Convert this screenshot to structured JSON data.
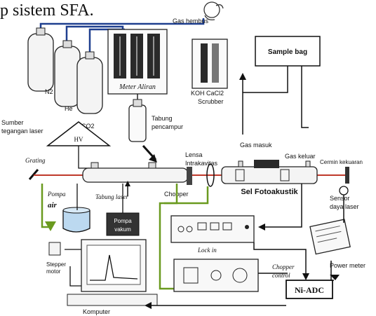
{
  "caption_top": "p sistem SFA.",
  "labels": {
    "n2": "N2",
    "he": "He",
    "co2": "CO2",
    "gas_hembus": "Gas hembus",
    "meter_aliran": "Meter Aliran",
    "koh": "KOH",
    "cacl2": "CaCl2",
    "scrubber": "Scrubber",
    "sample_bag": "Sample bag",
    "tabung_line1": "Tabung",
    "tabung_line2": "pencampur",
    "sumber_line1": "Sumber",
    "sumber_line2": "tegangan laser",
    "hv": "HV",
    "grating": "Grating",
    "pompa_air_line1": "Pompa",
    "pompa_air_line2": "air",
    "tabung_laser": "Tabung laser",
    "chopper": "Chopper",
    "lensa_line1": "Lensa",
    "lensa_line2": "Intrakavitas",
    "gas_masuk": "Gas masuk",
    "gas_keluar": "Gas keluar",
    "cermin_kekuaran": "Cermin kekuaran",
    "sel_fotoakustik": "Sel Fotoakustik",
    "sensor_line1": "Sensor",
    "sensor_line2": "daya laser",
    "pompa_vakum_line1": "Pompa",
    "pompa_vakum_line2": "vakum",
    "lock_in": "Lock in",
    "chopper_control_line1": "Chopper",
    "chopper_control_line2": "control",
    "power_meter": "Power meter",
    "stepper_line1": "Stepper",
    "stepper_line2": "motor",
    "ni_adc": "Ni-ADC",
    "komputer": "Komputer"
  },
  "colors": {
    "gas_line": "#1f3f8f",
    "laser_beam": "#c0392b",
    "signal_line": "#6a9a1f",
    "ink": "#1a1a1a",
    "water": "#bcd9f0"
  }
}
